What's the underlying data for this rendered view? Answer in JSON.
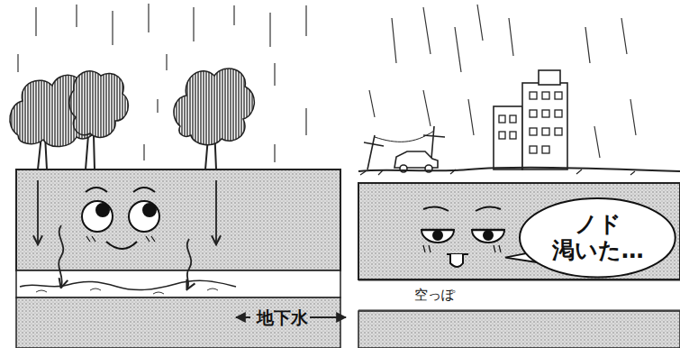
{
  "diagram": {
    "nodes": [
      {
        "text": [
          "ノド 渇いた…"
        ]
      },
      {
        "text": [
          "空っぽ"
        ]
      }
    ],
    "labels": [
      "地下水"
    ]
  }
}
